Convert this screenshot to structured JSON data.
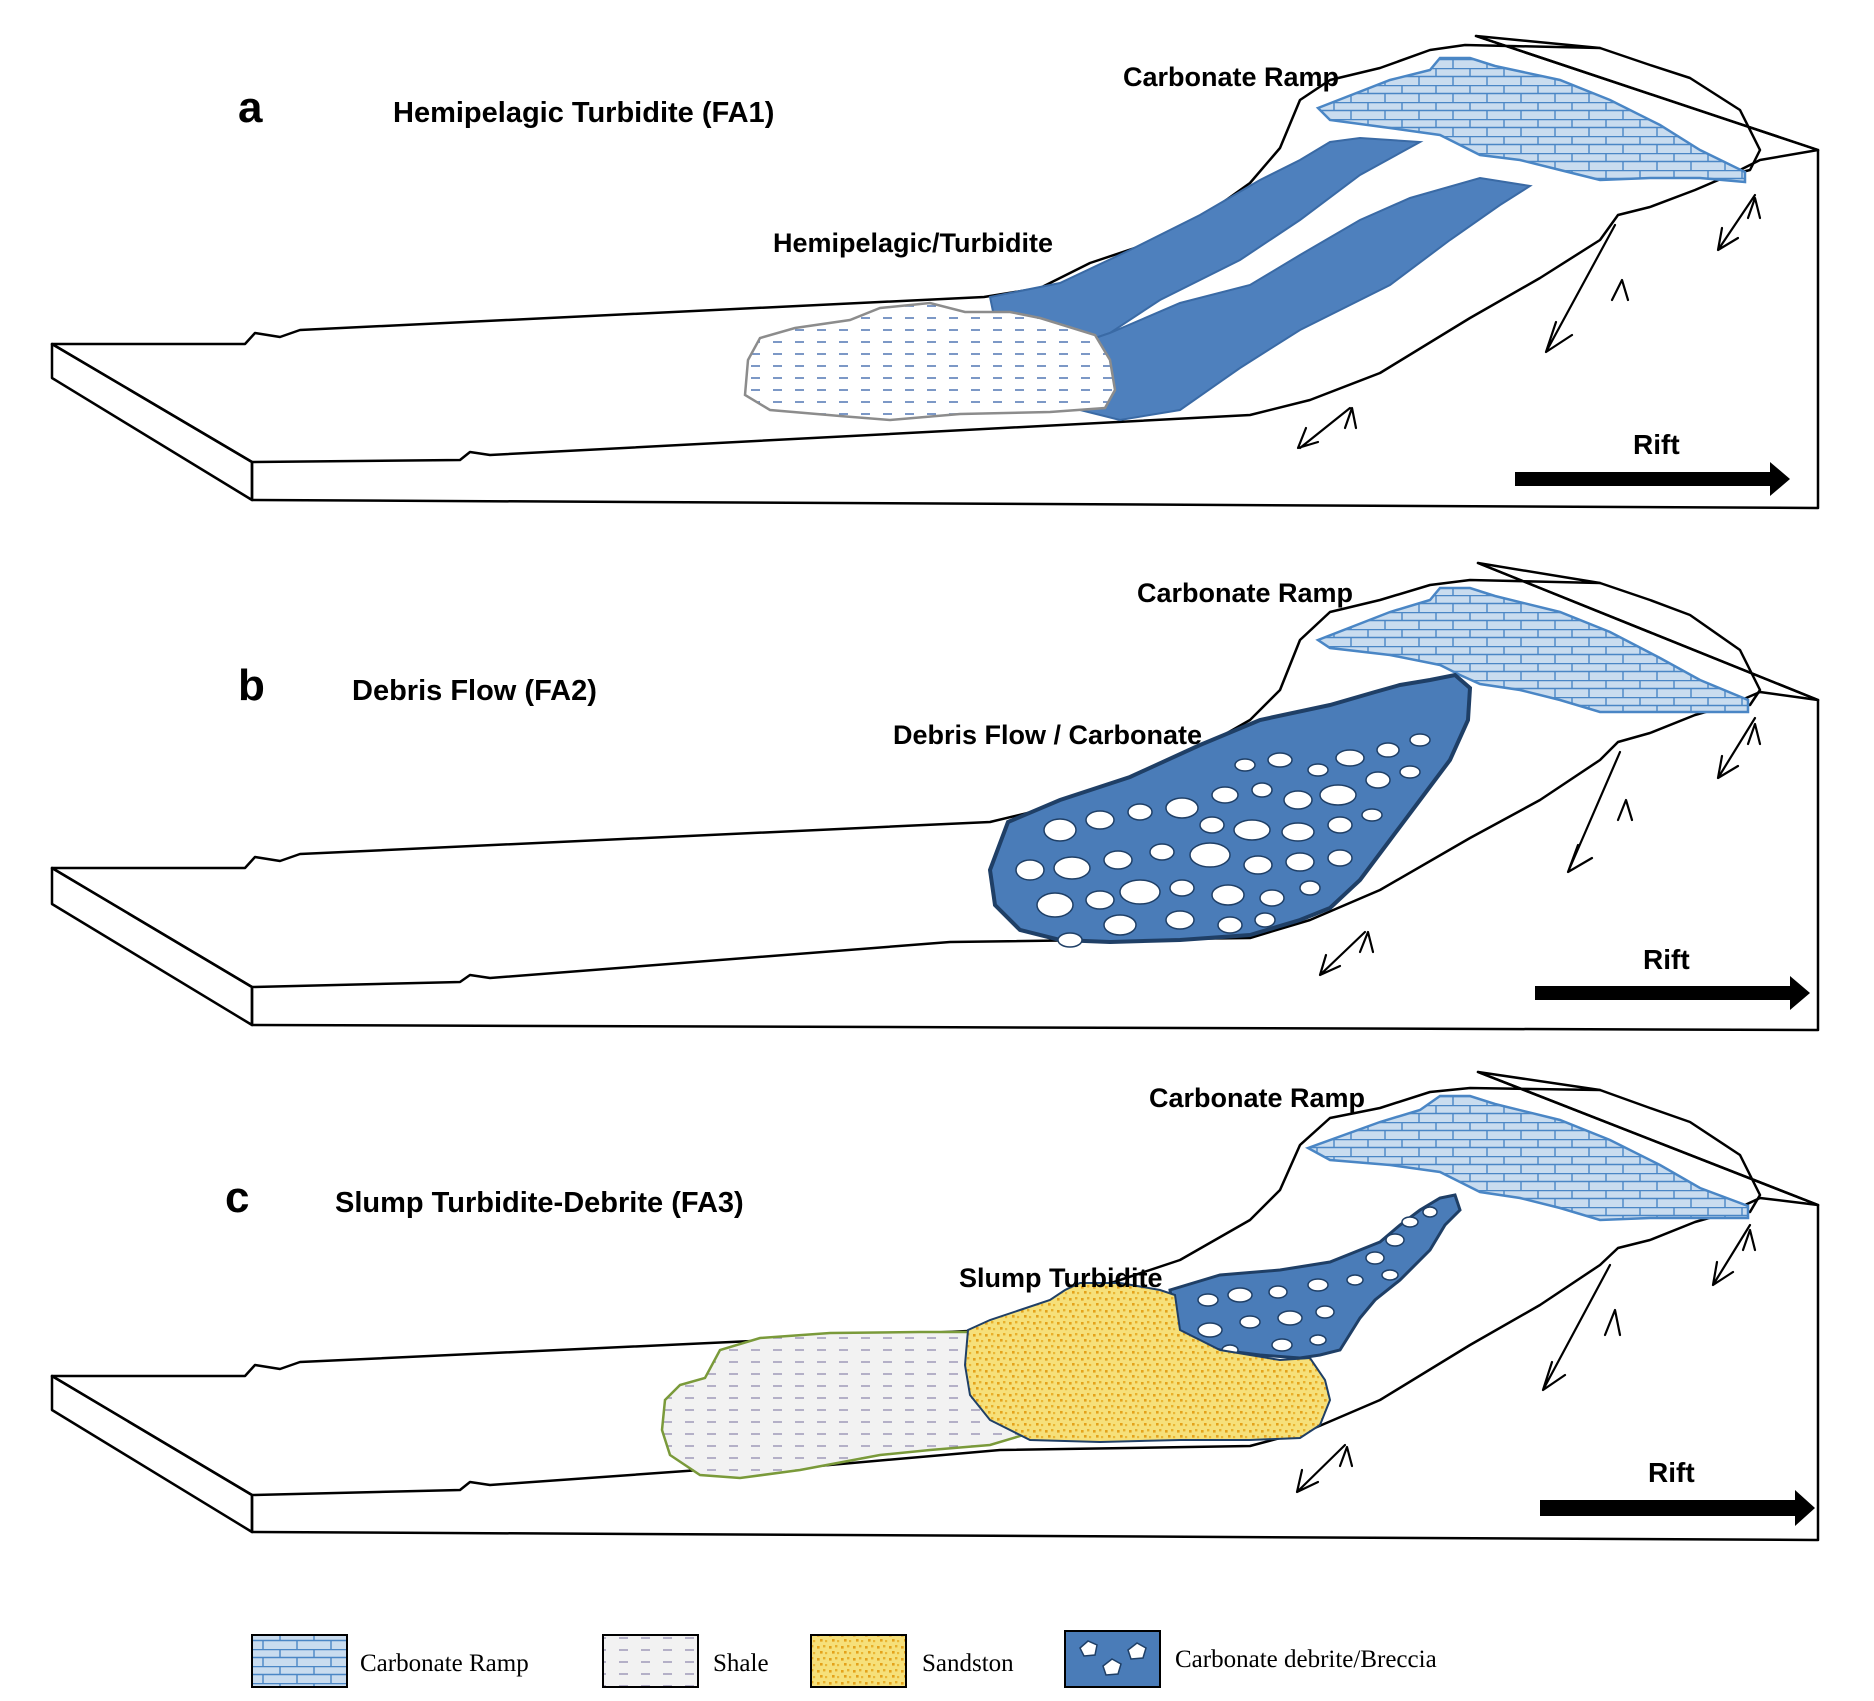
{
  "panels": [
    {
      "letter": "a",
      "title": "Hemipelagic Turbidite (FA1)",
      "ramp_label": "Carbonate Ramp",
      "unit_label": "Hemipelagic/Turbidite",
      "rift_label": "Rift"
    },
    {
      "letter": "b",
      "title": "Debris Flow (FA2)",
      "ramp_label": "Carbonate Ramp",
      "unit_label": "Debris Flow / Carbonate",
      "rift_label": "Rift"
    },
    {
      "letter": "c",
      "title": "Slump Turbidite-Debrite (FA3)",
      "ramp_label": "Carbonate Ramp",
      "unit_label": "Slump Turbidite",
      "rift_label": "Rift"
    }
  ],
  "legend": [
    {
      "label": "Carbonate Ramp",
      "pattern": "brick"
    },
    {
      "label": "Shale",
      "pattern": "dashes"
    },
    {
      "label": "Sandston",
      "pattern": "dots"
    },
    {
      "label": "Carbonate debrite/Breccia",
      "pattern": "clasts"
    }
  ],
  "colors": {
    "ramp_fill": "#c9dcef",
    "ramp_lines": "#4a86c5",
    "turbidite": "#4e80bd",
    "debris": "#4a7cb8",
    "debris_outline": "#1f3f66",
    "shale_lines": "#8a8aa8",
    "shale_outline": "#7a9a3a",
    "sand_fill": "#f6e07a",
    "sand_dots": "#e9a91c"
  }
}
